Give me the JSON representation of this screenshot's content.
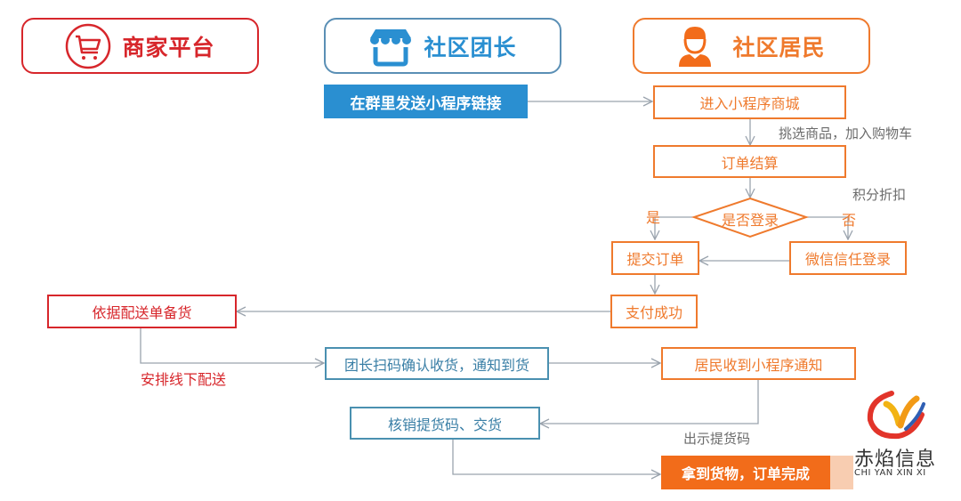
{
  "colors": {
    "merchant": "#d7262b",
    "leader": "#2a8fd1",
    "leader_box": "#4a90b0",
    "resident": "#ef7a2d",
    "resident_fill": "#f26c1a",
    "connector": "#9aa3ad",
    "note": "#6b6b6b"
  },
  "lanes": {
    "merchant": {
      "title": "商家平台",
      "icon": "shopping-cart-icon"
    },
    "leader": {
      "title": "社区团长",
      "icon": "storefront-icon"
    },
    "resident": {
      "title": "社区居民",
      "icon": "user-icon"
    }
  },
  "nodes": {
    "send_link": "在群里发送小程序链接",
    "enter_mall": "进入小程序商城",
    "checkout": "订单结算",
    "logged_in": "是否登录",
    "submit_order": "提交订单",
    "wechat_login": "微信信任登录",
    "pay_success": "支付成功",
    "prepare_goods": "依据配送单备货",
    "scan_confirm": "团长扫码确认收货，通知到货",
    "resident_notified": "居民收到小程序通知",
    "verify_code": "核销提货码、交货",
    "order_complete": "拿到货物，订单完成"
  },
  "labels": {
    "pick_goods": "挑选商品，加入购物车",
    "points_discount": "积分折扣",
    "yes": "是",
    "no": "否",
    "offline_delivery": "安排线下配送",
    "show_code": "出示提货码"
  },
  "logo": {
    "name": "赤焰信息",
    "pinyin": "CHI YAN XIN XI"
  }
}
